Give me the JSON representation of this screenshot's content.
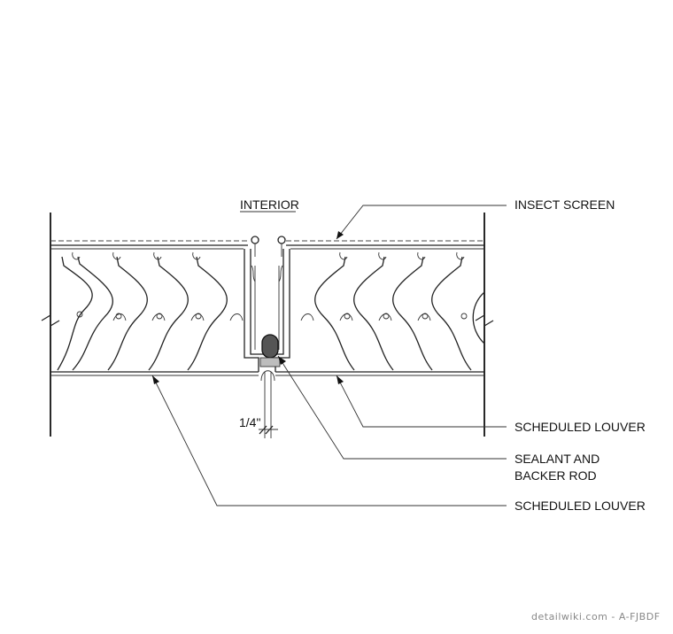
{
  "labels": {
    "interior": "INTERIOR",
    "insect_screen": "INSECT SCREEN",
    "scheduled_louver_top": "SCHEDULED LOUVER",
    "sealant_line1": "SEALANT AND",
    "sealant_line2": "BACKER ROD",
    "scheduled_louver_bottom": "SCHEDULED LOUVER",
    "gap_dimension": "1/4\""
  },
  "watermark": "detailwiki.com - A-FJBDF",
  "colors": {
    "line": "#222222",
    "sealant_fill": "#555555",
    "watermark": "#888888"
  }
}
